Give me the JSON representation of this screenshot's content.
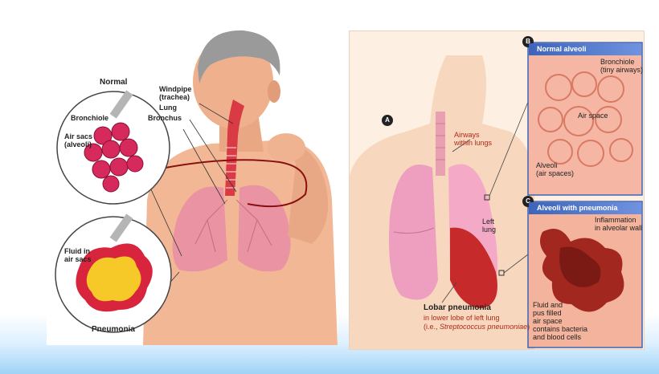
{
  "left_panel": {
    "normal": "Normal",
    "bronchiole": "Bronchiole",
    "air_sacs": "Air sacs\n(alveoli)",
    "windpipe": "Windpipe\n(trachea)",
    "lung": "Lung",
    "bronchus": "Bronchus",
    "fluid": "Fluid in\nair sacs",
    "pneumonia": "Pneumonia"
  },
  "right_panel": {
    "marker_a": "A",
    "marker_b": "B",
    "marker_c": "C",
    "airways": "Airways\nwithin lungs",
    "left_lung": "Left\nlung",
    "lobar_title": "Lobar pneumonia",
    "lobar_line2": "in lower lobe of left lung",
    "lobar_line3_pre": "(i.e., ",
    "lobar_line3_italic": "Streptococcus pneumoniae",
    "lobar_line3_post": ")",
    "inset_b_title": "Normal alveoli",
    "inset_b_bronchiole": "Bronchiole\n(tiny airways)",
    "inset_b_airspace": "Air space",
    "inset_b_alveoli": "Alveoli\n(air spaces)",
    "inset_c_title": "Alveoli with pneumonia",
    "inset_c_inflammation": "Inflammation\nin alveolar wall",
    "inset_c_fluid": "Fluid and\npus filled\nair space\ncontains bacteria\nand blood cells"
  }
}
